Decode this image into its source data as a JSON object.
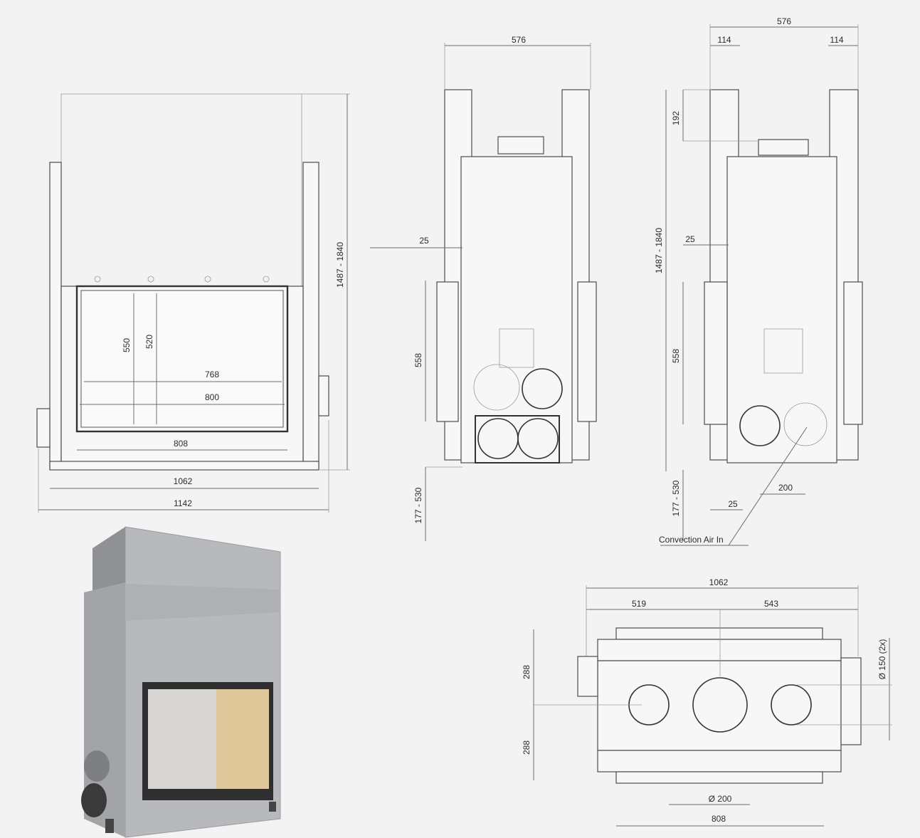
{
  "front_view": {
    "dims": {
      "opening_height_outer": "550",
      "opening_height_inner": "520",
      "opening_width_inner": "768",
      "opening_width_outer": "800",
      "base_inner_width": "808",
      "body_width": "1062",
      "overall_width": "1142",
      "height_range": "1487 - 1840"
    }
  },
  "side_view": {
    "dims": {
      "top_width": "576",
      "offset": "25",
      "height_558": "558",
      "leg_range": "177 - 530"
    }
  },
  "rear_view": {
    "dims": {
      "top_width": "576",
      "left_inset": "114",
      "right_inset": "114",
      "top_192": "192",
      "height_range": "1487 - 1840",
      "offset_top": "25",
      "height_558": "558",
      "leg_range": "177 - 530",
      "offset_bottom": "25",
      "spacing_200": "200"
    },
    "callout": "Convection Air In"
  },
  "top_view": {
    "dims": {
      "overall": "1062",
      "left": "519",
      "right": "543",
      "depth_top": "288",
      "depth_bottom": "288",
      "side_duct": "Ø 150 (2x)",
      "center_duct": "Ø 200",
      "base": "808"
    }
  },
  "photo": {
    "alt": "fireplace-insert-photo"
  }
}
